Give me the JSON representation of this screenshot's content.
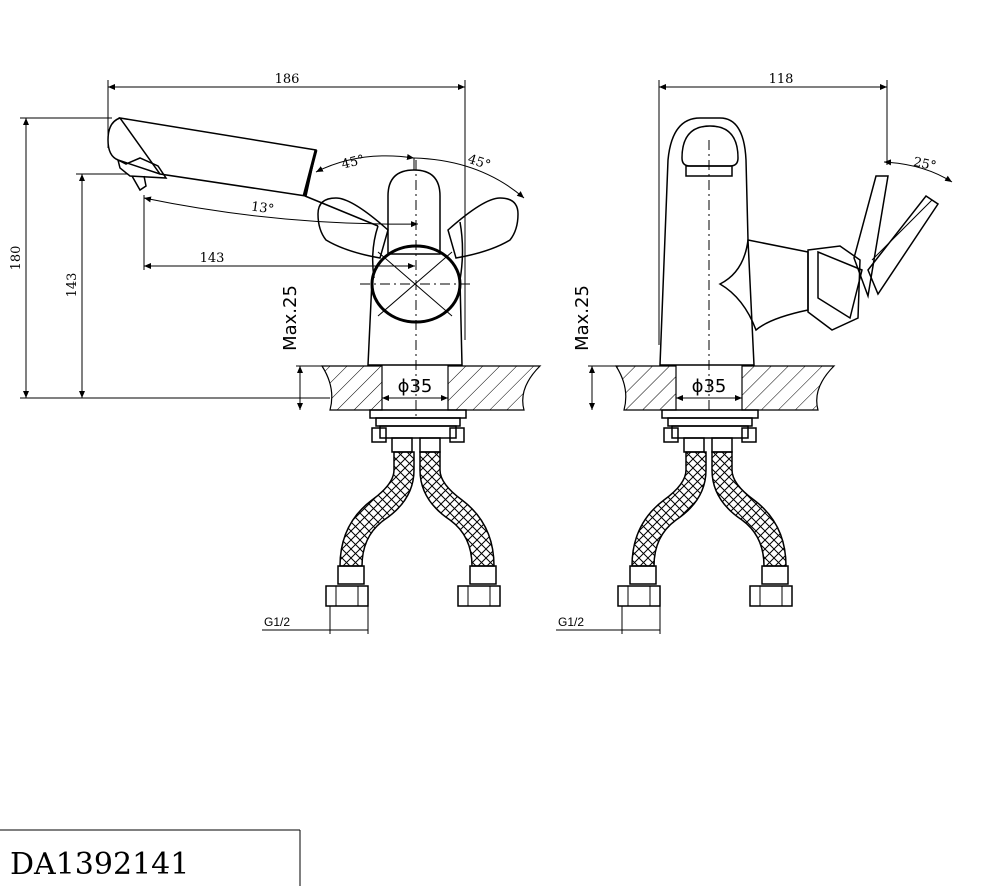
{
  "front_view": {
    "width_dim": "186",
    "height_dim": "180",
    "spout_height_dim": "143",
    "spout_reach_dim": "143",
    "handle_angle_left": "45°",
    "handle_angle_right": "45°",
    "spout_angle": "13°",
    "max_deck": "Max.25",
    "hole_diameter": "ϕ35",
    "thread": "G1/2"
  },
  "side_view": {
    "width_dim": "118",
    "handle_angle": "25°",
    "max_deck": "Max.25",
    "hole_diameter": "ϕ35",
    "thread": "G1/2"
  },
  "model_number": "DA1392141"
}
